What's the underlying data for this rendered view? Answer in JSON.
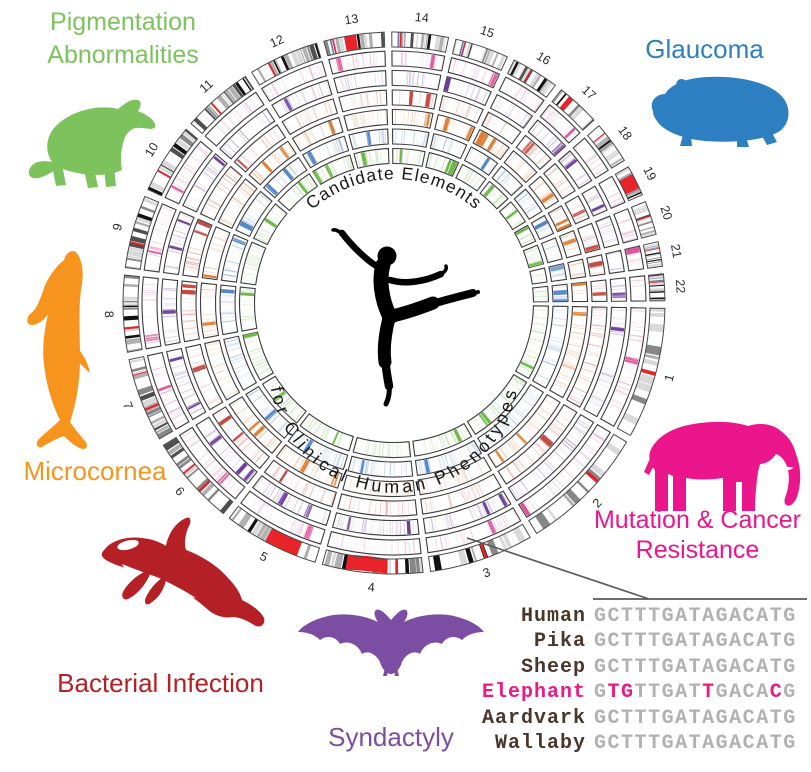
{
  "figure": {
    "title_arc_top": "Candidate Elements",
    "title_arc_bottom": "for Clinical Human Phenotypes",
    "background": "#ffffff",
    "text_color": "#1a1a1a"
  },
  "phenotypes": [
    {
      "name": "Pigmentation Abnormalities",
      "lines": [
        "Pigmentation",
        "Abnormalities"
      ],
      "animal": "ferret",
      "color": "#7cc35e"
    },
    {
      "name": "Glaucoma",
      "lines": [
        "Glaucoma"
      ],
      "animal": "guinea-pig",
      "color": "#2e7fc1"
    },
    {
      "name": "Microcornea",
      "lines": [
        "Microcornea"
      ],
      "animal": "dolphin",
      "color": "#f7941d"
    },
    {
      "name": "Bacterial Infection",
      "lines": [
        "Bacterial Infection"
      ],
      "animal": "orca",
      "color": "#b42025"
    },
    {
      "name": "Syndactyly",
      "lines": [
        "Syndactyly"
      ],
      "animal": "bat",
      "color": "#7b4ea3"
    },
    {
      "name": "Mutation & Cancer Resistance",
      "lines": [
        "Mutation & Cancer",
        "Resistance"
      ],
      "animal": "elephant",
      "color": "#ec168c"
    }
  ],
  "chart_data": {
    "type": "circos",
    "title": "Candidate Elements for Clinical Human Phenotypes",
    "description": "Human autosomes arranged clockwise starting with chromosome 13 at top; outer ring is a G-banded ideogram, six inner rings show candidate-element density tracks, one per phenotype",
    "chromosome_order_clockwise": [
      "13",
      "14",
      "15",
      "16",
      "17",
      "18",
      "19",
      "20",
      "21",
      "22",
      "1",
      "2",
      "3",
      "4",
      "5",
      "6",
      "7",
      "8",
      "9",
      "10",
      "11",
      "12"
    ],
    "chromosomes": [
      {
        "name": "13",
        "size_mb": 114.4,
        "centromere": 0.15,
        "acrocentric": true
      },
      {
        "name": "14",
        "size_mb": 107.0,
        "centromere": 0.16,
        "acrocentric": true
      },
      {
        "name": "15",
        "size_mb": 101.9,
        "centromere": 0.18,
        "acrocentric": true
      },
      {
        "name": "16",
        "size_mb": 90.3,
        "centromere": 0.41,
        "acrocentric": false
      },
      {
        "name": "17",
        "size_mb": 83.3,
        "centromere": 0.29,
        "acrocentric": false
      },
      {
        "name": "18",
        "size_mb": 80.4,
        "centromere": 0.22,
        "acrocentric": false
      },
      {
        "name": "19",
        "size_mb": 58.6,
        "centromere": 0.45,
        "acrocentric": false
      },
      {
        "name": "20",
        "size_mb": 64.4,
        "centromere": 0.44,
        "acrocentric": false
      },
      {
        "name": "21",
        "size_mb": 46.7,
        "centromere": 0.27,
        "acrocentric": true
      },
      {
        "name": "22",
        "size_mb": 50.8,
        "centromere": 0.29,
        "acrocentric": true
      },
      {
        "name": "1",
        "size_mb": 249.0,
        "centromere": 0.5,
        "acrocentric": false
      },
      {
        "name": "2",
        "size_mb": 242.2,
        "centromere": 0.38,
        "acrocentric": false
      },
      {
        "name": "3",
        "size_mb": 198.3,
        "centromere": 0.46,
        "acrocentric": false
      },
      {
        "name": "4",
        "size_mb": 190.2,
        "centromere": 0.26,
        "acrocentric": false
      },
      {
        "name": "5",
        "size_mb": 181.5,
        "centromere": 0.27,
        "acrocentric": false
      },
      {
        "name": "6",
        "size_mb": 170.8,
        "centromere": 0.36,
        "acrocentric": false
      },
      {
        "name": "7",
        "size_mb": 159.3,
        "centromere": 0.38,
        "acrocentric": false
      },
      {
        "name": "8",
        "size_mb": 145.1,
        "centromere": 0.31,
        "acrocentric": false
      },
      {
        "name": "9",
        "size_mb": 138.4,
        "centromere": 0.35,
        "acrocentric": false
      },
      {
        "name": "10",
        "size_mb": 133.8,
        "centromere": 0.3,
        "acrocentric": false
      },
      {
        "name": "11",
        "size_mb": 135.1,
        "centromere": 0.4,
        "acrocentric": false
      },
      {
        "name": "12",
        "size_mb": 133.3,
        "centromere": 0.27,
        "acrocentric": false
      }
    ],
    "tracks_outer_to_inner": [
      {
        "phenotype": "Mutation & Cancer Resistance",
        "tick_color": "#e0549b"
      },
      {
        "phenotype": "Syndactyly",
        "tick_color": "#6d3f9e"
      },
      {
        "phenotype": "Bacterial Infection",
        "tick_color": "#c64a43"
      },
      {
        "phenotype": "Microcornea",
        "tick_color": "#e07f35"
      },
      {
        "phenotype": "Glaucoma",
        "tick_color": "#5585c9"
      },
      {
        "phenotype": "Pigmentation Abnormalities",
        "tick_color": "#6fb84c"
      }
    ],
    "ideogram_palette": {
      "bands": [
        "#ffffff",
        "#d9d9d9",
        "#b0b0b0",
        "#878787",
        "#4f4f4f",
        "#111111"
      ],
      "centromere": "#e8232a",
      "stalk": "#5b7fbd"
    },
    "chromosome_label_color": "#2b2b2b"
  },
  "alignment": {
    "species_color": "#4a372c",
    "sequence_color": "#b1b1b4",
    "highlight_color": "#ed1a85",
    "rule_color": "#58595b",
    "rows": [
      {
        "species": "Human",
        "sequence": "GCTTTGATAGACATG",
        "highlighted": false,
        "diff_positions": []
      },
      {
        "species": "Pika",
        "sequence": "GCTTTGATAGACATG",
        "highlighted": false,
        "diff_positions": []
      },
      {
        "species": "Sheep",
        "sequence": "GCTTTGATAGACATG",
        "highlighted": false,
        "diff_positions": []
      },
      {
        "species": "Elephant",
        "sequence": "GTGTTGATTGACACG",
        "highlighted": true,
        "diff_positions": [
          1,
          2,
          8,
          13
        ]
      },
      {
        "species": "Aardvark",
        "sequence": "GCTTTGATAGACATG",
        "highlighted": false,
        "diff_positions": []
      },
      {
        "species": "Wallaby",
        "sequence": "GCTTTGATAGACATG",
        "highlighted": false,
        "diff_positions": []
      }
    ]
  }
}
